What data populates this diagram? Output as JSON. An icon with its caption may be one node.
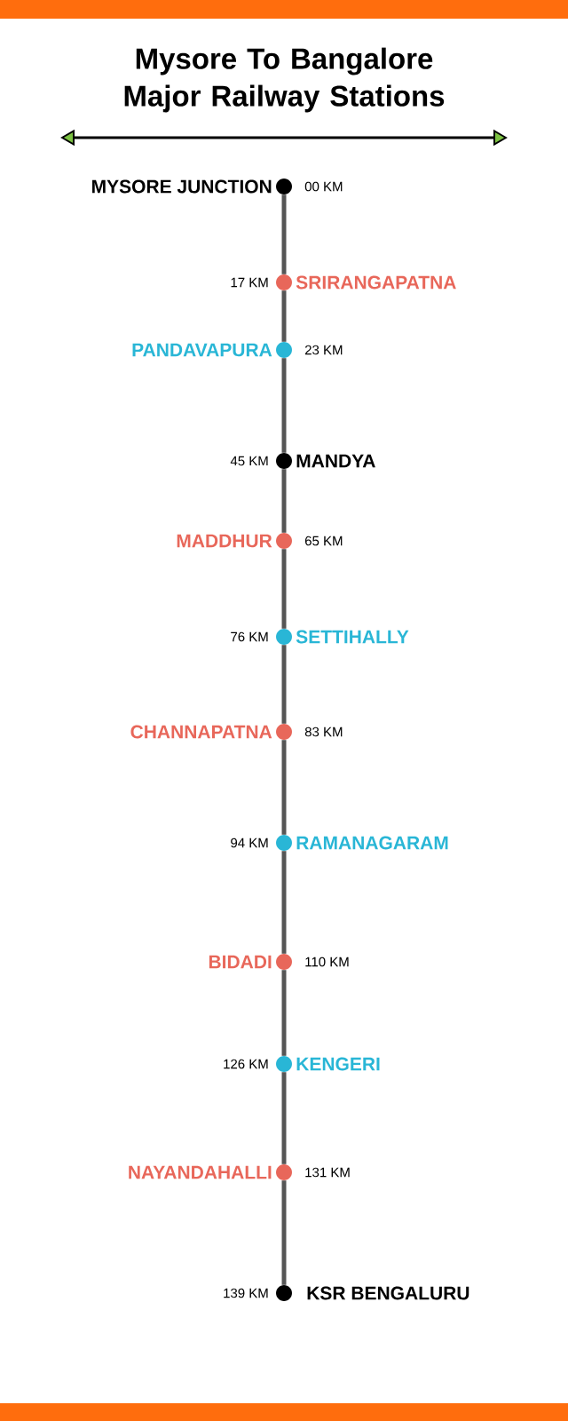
{
  "diagram": {
    "title": "Mysore To Bangalore Major Railway Stations",
    "nodes": [
      {
        "text": [
          "MYSORE JUNCTION"
        ],
        "beside": [
          "00 KM"
        ]
      },
      {
        "text": [
          "SRIRANGAPATNA"
        ],
        "beside": [
          "17 KM"
        ]
      },
      {
        "text": [
          "PANDAVAPURA"
        ],
        "beside": [
          "23 KM"
        ]
      },
      {
        "text": [
          "MANDYA"
        ],
        "beside": [
          "45 KM"
        ]
      },
      {
        "text": [
          "MADDHUR"
        ],
        "beside": [
          "65 KM"
        ]
      },
      {
        "text": [
          "SETTIHALLY"
        ],
        "beside": [
          "76 KM"
        ]
      },
      {
        "text": [
          "CHANNAPATNA"
        ],
        "beside": [
          "83 KM"
        ]
      },
      {
        "text": [
          "RAMANAGARAM"
        ],
        "beside": [
          "94 KM"
        ]
      },
      {
        "text": [
          "BIDADI"
        ],
        "beside": [
          "110 KM"
        ]
      },
      {
        "text": [
          "KENGERI"
        ],
        "beside": [
          "126 KM"
        ]
      },
      {
        "text": [
          "NAYANDAHALLI"
        ],
        "beside": [
          "131 KM"
        ]
      },
      {
        "text": [
          "KSR BENGALURU"
        ],
        "beside": [
          "139 KM"
        ]
      }
    ],
    "edges": [
      {
        "from": 0,
        "to": 1,
        "arrow": "none"
      },
      {
        "from": 1,
        "to": 2,
        "arrow": "none"
      },
      {
        "from": 2,
        "to": 3,
        "arrow": "none"
      },
      {
        "from": 3,
        "to": 4,
        "arrow": "none"
      },
      {
        "from": 4,
        "to": 5,
        "arrow": "none"
      },
      {
        "from": 5,
        "to": 6,
        "arrow": "none"
      },
      {
        "from": 6,
        "to": 7,
        "arrow": "none"
      },
      {
        "from": 7,
        "to": 8,
        "arrow": "none"
      },
      {
        "from": 8,
        "to": 9,
        "arrow": "none"
      },
      {
        "from": 9,
        "to": 10,
        "arrow": "none"
      },
      {
        "from": 10,
        "to": 11,
        "arrow": "none"
      }
    ]
  }
}
